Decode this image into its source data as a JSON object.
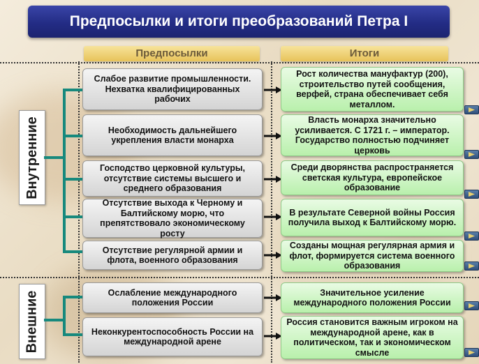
{
  "title": "Предпосылки и итоги преобразований Петра I",
  "columns": {
    "left": "Предпосылки",
    "right": "Итоги"
  },
  "groups": {
    "internal": "Внутренние",
    "external": "Внешние"
  },
  "rows": [
    {
      "group": "internal",
      "premise": "Слабое развитие промышленности. Нехватка квалифицированных рабочих",
      "result": "Рост количества мануфактур (200), строительство путей сообщения, верфей, страна обеспечивает себя металлом."
    },
    {
      "group": "internal",
      "premise": "Необходимость дальнейшего укрепления власти монарха",
      "result": "Власть монарха значительно усиливается. С 1721 г. – император. Государство полностью подчиняет церковь"
    },
    {
      "group": "internal",
      "premise": "Господство церковной культуры, отсутствие системы высшего и среднего образования",
      "result": "Среди дворянства распространяется светская культура, европейское образование"
    },
    {
      "group": "internal",
      "premise": "Отсутствие выхода к Черному и Балтийскому морю, что препятствовало экономическому росту",
      "result": "В результате Северной войны Россия получила выход к Балтийскому морю."
    },
    {
      "group": "internal",
      "premise": "Отсутствие регулярной армии и флота, военного образования",
      "result": "Созданы мощная регулярная армия и флот, формируется система военного образования"
    },
    {
      "group": "external",
      "premise": "Ослабление международного положения России",
      "result": "Значительное усиление международного положения России"
    },
    {
      "group": "external",
      "premise": "Неконкурентоспособность России на международной арене",
      "result": "Россия становится важным игроком на международной арене, как в политическом, так и экономическом смысле"
    }
  ],
  "colors": {
    "title_bg": "#232c85",
    "header_bg": "#e7c35a",
    "premise_bg": "#d4d4d4",
    "result_bg": "#b9f0ac",
    "connector": "#17897d",
    "arrow": "#111111"
  },
  "icons": {
    "row_nav": "arrow-right-icon"
  }
}
